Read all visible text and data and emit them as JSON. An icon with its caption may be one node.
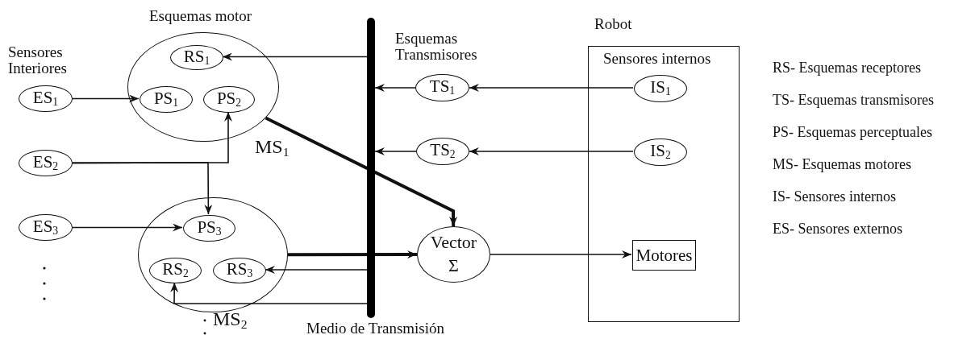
{
  "diagram": {
    "nodes": [
      {
        "text": [
          "Esquemas motor"
        ],
        "beside": [
          "MS$_{1}$"
        ]
      },
      {
        "text": [
          "RS$_{1}$"
        ],
        "in": 0
      },
      {
        "text": [
          "PS$_{1}$"
        ],
        "in": 0
      },
      {
        "text": [
          "PS$_{2}$"
        ],
        "in": 0
      },
      {
        "text": [],
        "shape": "ellipse",
        "beside": [
          "MS$_{2}$"
        ]
      },
      {
        "text": [
          "PS$_{3}$"
        ],
        "in": 4
      },
      {
        "text": [
          "RS$_{2}$"
        ],
        "in": 4
      },
      {
        "text": [
          "RS$_{3}$"
        ],
        "in": 4
      },
      {
        "text": [
          "ES$_{1}$"
        ]
      },
      {
        "text": [
          "ES$_{2}$"
        ]
      },
      {
        "text": [
          "ES$_{3}$"
        ]
      },
      {
        "text": [
          "Medio de Transmisión"
        ]
      },
      {
        "text": [
          "TS$_{1}$"
        ]
      },
      {
        "text": [
          "TS$_{2}$"
        ]
      },
      {
        "text": [
          "Vector Σ"
        ]
      },
      {
        "text": [
          "Robot",
          "Sensores internos"
        ]
      },
      {
        "text": [
          "IS$_{1}$"
        ],
        "in": 15
      },
      {
        "text": [
          "IS$_{2}$"
        ],
        "in": 15
      },
      {
        "text": [
          "Motores"
        ],
        "in": 15
      }
    ],
    "edges": [
      {
        "from": 8,
        "to": 2,
        "arrow": "to"
      },
      {
        "from": 9,
        "to": 3,
        "arrow": "to"
      },
      {
        "from": 9,
        "to": 5,
        "arrow": "to"
      },
      {
        "from": 10,
        "to": 5,
        "arrow": "to"
      },
      {
        "from": 11,
        "to": 1,
        "arrow": "to"
      },
      {
        "from": 12,
        "to": 11,
        "arrow": "to"
      },
      {
        "from": 13,
        "to": 11,
        "arrow": "to"
      },
      {
        "from": 16,
        "to": 12,
        "arrow": "to"
      },
      {
        "from": 17,
        "to": 13,
        "arrow": "to"
      },
      {
        "from": 0,
        "to": 14,
        "arrow": "to",
        "style": "thick"
      },
      {
        "from": 4,
        "to": 14,
        "arrow": "to",
        "style": "thick"
      },
      {
        "from": 11,
        "to": 7,
        "arrow": "to"
      },
      {
        "from": 11,
        "to": 6,
        "arrow": "to"
      },
      {
        "from": 14,
        "to": 18,
        "arrow": "to"
      }
    ],
    "labels": [
      "Sensores Interiores",
      "Esquemas Transmisores",
      "RS- Esquemas receptores",
      "TS- Esquemas transmisores",
      "PS- Esquemas perceptuales",
      "MS- Esquemas motores",
      "IS- Sensores internos",
      "ES- Sensores externos"
    ]
  }
}
